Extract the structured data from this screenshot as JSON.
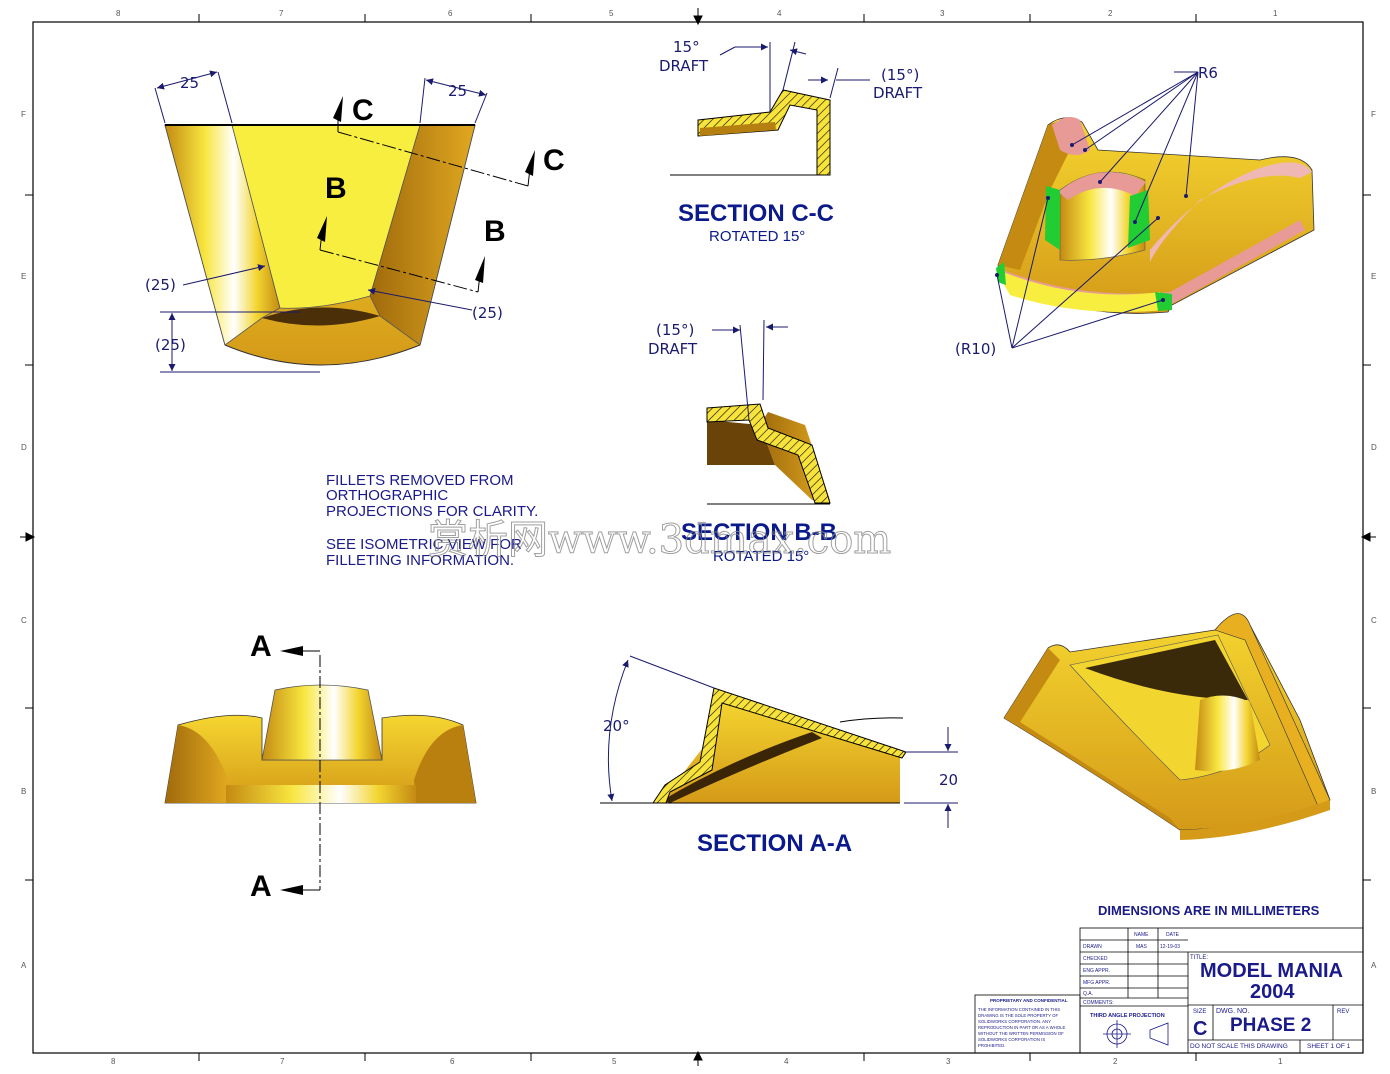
{
  "zones": {
    "top": [
      "8",
      "7",
      "6",
      "5",
      "4",
      "3",
      "2",
      "1"
    ],
    "bottom": [
      "8",
      "7",
      "6",
      "5",
      "4",
      "3",
      "2",
      "1"
    ],
    "left": [
      "F",
      "E",
      "D",
      "C",
      "B",
      "A"
    ],
    "right": [
      "F",
      "E",
      "D",
      "C",
      "B",
      "A"
    ]
  },
  "view_top": {
    "dim_left_width": "25",
    "dim_right_width": "25",
    "dim_left_wall": "(25)",
    "dim_right_wall": "(25)",
    "dim_bottom": "(25)",
    "cut_c_label": "C",
    "cut_b_label": "B"
  },
  "section_cc": {
    "title": "SECTION C-C",
    "subtitle": "ROTATED 15°",
    "draft_left_angle": "15°",
    "draft_left_word": "DRAFT",
    "draft_right_angle": "(15°)",
    "draft_right_word": "DRAFT"
  },
  "section_bb": {
    "title": "SECTION B-B",
    "subtitle": "ROTATED 15°",
    "draft_angle": "(15°)",
    "draft_word": "DRAFT"
  },
  "section_aa": {
    "title": "SECTION A-A",
    "angle_dim": "20°",
    "height_dim": "20"
  },
  "view_front": {
    "cut_a_label": "A"
  },
  "iso_view": {
    "r6": "R6",
    "r10": "(R10)"
  },
  "notes": {
    "line1": "FILLETS REMOVED FROM",
    "line2": "ORTHOGRAPHIC",
    "line3": "PROJECTIONS FOR CLARITY.",
    "line4": "SEE ISOMETRIC VIEW FOR",
    "line5": "FILLETING INFORMATION."
  },
  "watermark": "赏析网www.3dmax.com",
  "title_block": {
    "units_note": "DIMENSIONS ARE IN MILLIMETERS",
    "col_name": "NAME",
    "col_date": "DATE",
    "drawn": "DRAWN",
    "drawn_name": "MAS",
    "drawn_date": "12-19-03",
    "checked": "CHECKED",
    "eng_appr": "ENG APPR.",
    "mfg_appr": "MFG APPR.",
    "qa": "Q.A.",
    "comments": "COMMENTS:",
    "title_label": "TITLE:",
    "title_line1": "MODEL MANIA",
    "title_line2": "2004",
    "proprietary_title": "PROPRIETARY AND CONFIDENTIAL",
    "proprietary_l1": "THE INFORMATION CONTAINED IN THIS",
    "proprietary_l2": "DRAWING IS THE SOLE PROPERTY OF",
    "proprietary_l3": "SOLIDWORKS CORPORATION. ANY",
    "proprietary_l4": "REPRODUCTION IN PART OR AS A WHOLE",
    "proprietary_l5": "WITHOUT THE WRITTEN PERMISSION OF",
    "proprietary_l6": "SOLIDWORKS CORPORATION IS",
    "proprietary_l7": "PROHIBITED.",
    "projection": "THIRD ANGLE PROJECTION",
    "size_label": "SIZE",
    "size": "C",
    "dwg_label": "DWG.  NO.",
    "dwg_no": "PHASE 2",
    "rev_label": "REV",
    "scale_note": "DO NOT SCALE THIS DRAWING",
    "sheet": "SHEET 1 OF 1"
  },
  "colors": {
    "border": "#000000",
    "annotation": "#1a1a6e",
    "part_light": "#f7e33a",
    "part_mid": "#e8b020",
    "part_dark": "#b57a10",
    "fillet_pink": "#e89a96",
    "fillet_green": "#22cc33"
  }
}
